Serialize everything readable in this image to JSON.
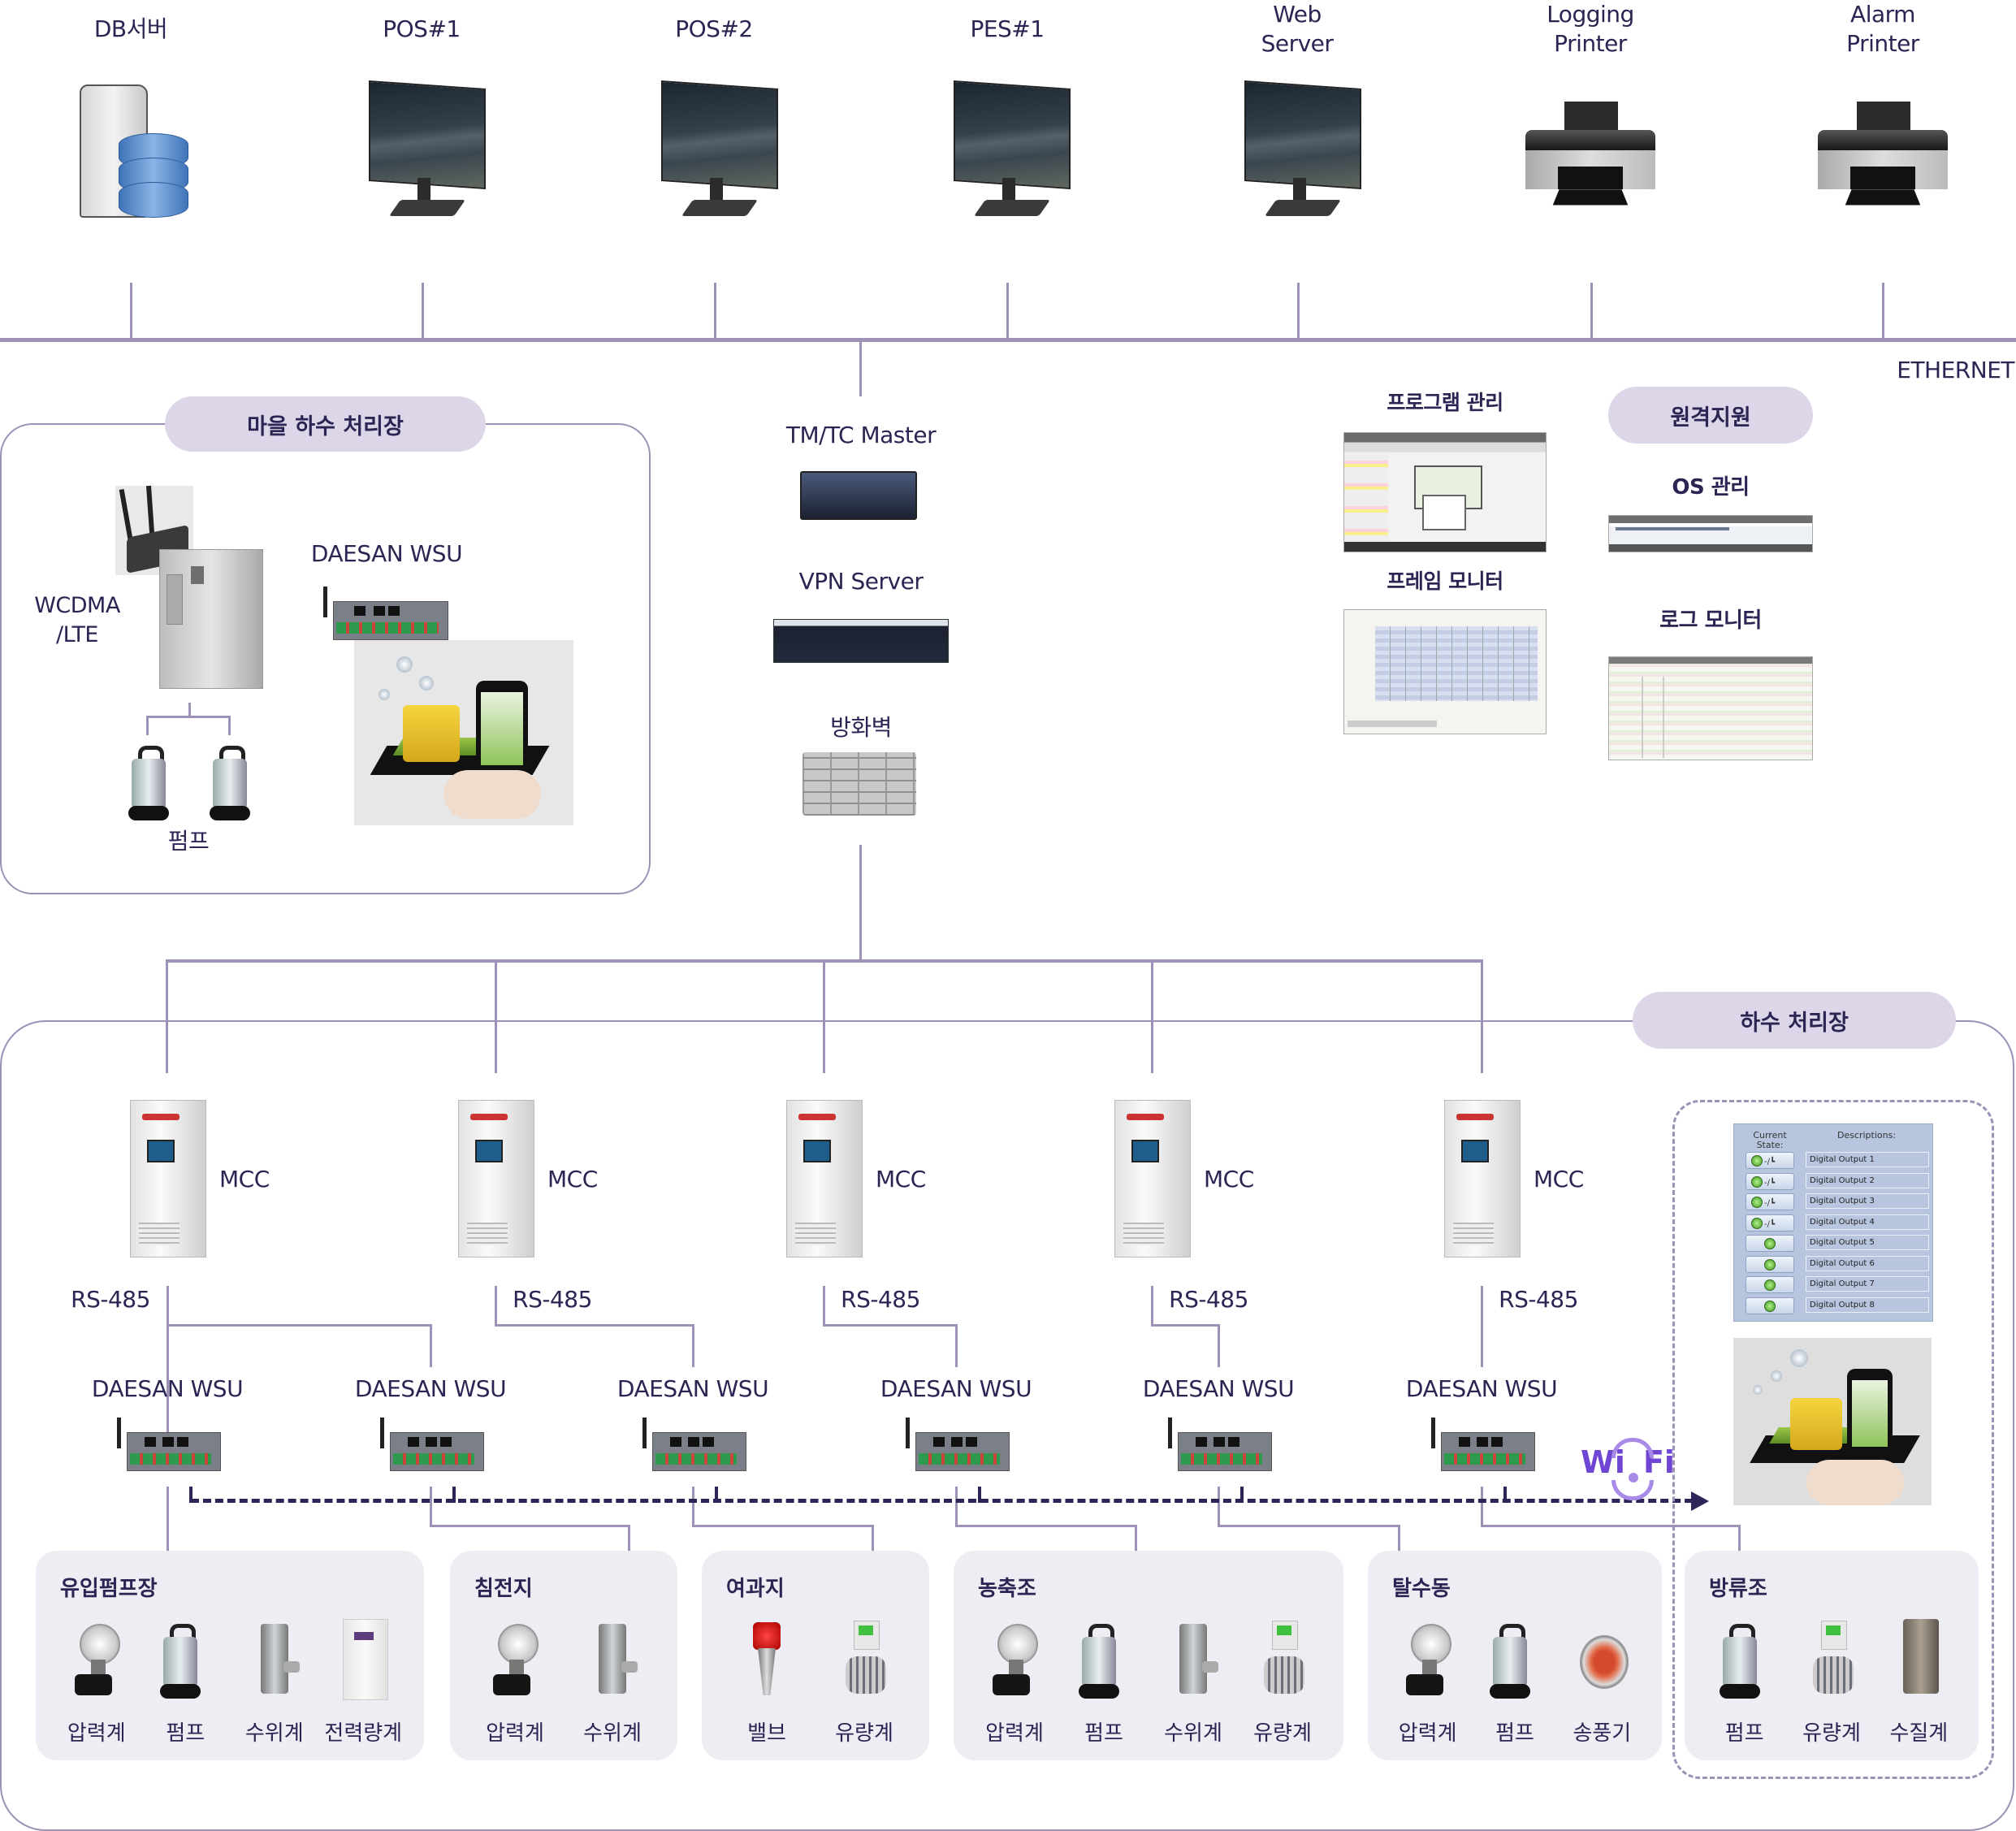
{
  "top_devices": [
    {
      "id": "db",
      "label": "DB서버",
      "icon": "database-server-icon"
    },
    {
      "id": "pos1",
      "label": "POS#1",
      "icon": "monitor-icon"
    },
    {
      "id": "pos2",
      "label": "POS#2",
      "icon": "monitor-icon"
    },
    {
      "id": "pes1",
      "label": "PES#1",
      "icon": "monitor-icon"
    },
    {
      "id": "web",
      "label_line1": "Web",
      "label_line2": "Server",
      "icon": "monitor-icon"
    },
    {
      "id": "logprn",
      "label_line1": "Logging",
      "label_line2": "Printer",
      "icon": "printer-icon"
    },
    {
      "id": "almprn",
      "label_line1": "Alarm",
      "label_line2": "Printer",
      "icon": "printer-icon"
    }
  ],
  "network": {
    "ethernet_label": "ETHERNET"
  },
  "center_stack": {
    "tmtc_label": "TM/TC Master",
    "vpn_label": "VPN Server",
    "firewall_label": "방화벽"
  },
  "village_plant": {
    "title": "마을 하수 처리장",
    "wcdma_line1": "WCDMA",
    "wcdma_line2": "/LTE",
    "wsu_label": "DAESAN WSU",
    "pump_label": "펌프"
  },
  "management": {
    "program_mgmt": "프로그램 관리",
    "frame_monitor": "프레임 모니터",
    "remote_support": "원격지원",
    "os_mgmt": "OS 관리",
    "log_monitor": "로그 모니터"
  },
  "plant": {
    "title": "하수 처리장",
    "mcc_label": "MCC",
    "rs485_label": "RS-485",
    "wsu_label": "DAESAN WSU",
    "mcc_count": 5,
    "wsu_count": 6,
    "wifi_label_a": "Wi",
    "wifi_label_b": "Fi"
  },
  "digital_outputs": {
    "header_state_line1": "Current",
    "header_state_line2": "State:",
    "header_desc": "Descriptions:",
    "rows": [
      {
        "label": "Digital Output 1",
        "switch": true
      },
      {
        "label": "Digital Output 2",
        "switch": true
      },
      {
        "label": "Digital Output 3",
        "switch": true
      },
      {
        "label": "Digital Output 4",
        "switch": true
      },
      {
        "label": "Digital Output 5",
        "switch": false
      },
      {
        "label": "Digital Output 6",
        "switch": false
      },
      {
        "label": "Digital Output 7",
        "switch": false
      },
      {
        "label": "Digital Output 8",
        "switch": false
      }
    ]
  },
  "groups": [
    {
      "title": "유입펌프장",
      "items": [
        {
          "label": "압력계",
          "icon": "gauge"
        },
        {
          "label": "펌프",
          "icon": "pump"
        },
        {
          "label": "수위계",
          "icon": "level"
        },
        {
          "label": "전력량계",
          "icon": "power"
        }
      ]
    },
    {
      "title": "침전지",
      "items": [
        {
          "label": "압력계",
          "icon": "gauge"
        },
        {
          "label": "수위계",
          "icon": "level"
        }
      ]
    },
    {
      "title": "여과지",
      "items": [
        {
          "label": "밸브",
          "icon": "valve"
        },
        {
          "label": "유량계",
          "icon": "flow"
        }
      ]
    },
    {
      "title": "농축조",
      "items": [
        {
          "label": "압력계",
          "icon": "gauge"
        },
        {
          "label": "펌프",
          "icon": "pump"
        },
        {
          "label": "수위계",
          "icon": "level"
        },
        {
          "label": "유량계",
          "icon": "flow"
        }
      ]
    },
    {
      "title": "탈수동",
      "items": [
        {
          "label": "압력계",
          "icon": "gauge"
        },
        {
          "label": "펌프",
          "icon": "pump"
        },
        {
          "label": "송풍기",
          "icon": "fan"
        }
      ]
    },
    {
      "title": "방류조",
      "items": [
        {
          "label": "펌프",
          "icon": "pump"
        },
        {
          "label": "유량계",
          "icon": "flow"
        },
        {
          "label": "수질계",
          "icon": "wq"
        }
      ]
    }
  ],
  "colors": {
    "line": "#9d91b5",
    "pill": "#dcd6e8",
    "text": "#2a2552",
    "card": "#efedf4",
    "wifi": "#6f45d4",
    "dash": "#2c2658"
  }
}
